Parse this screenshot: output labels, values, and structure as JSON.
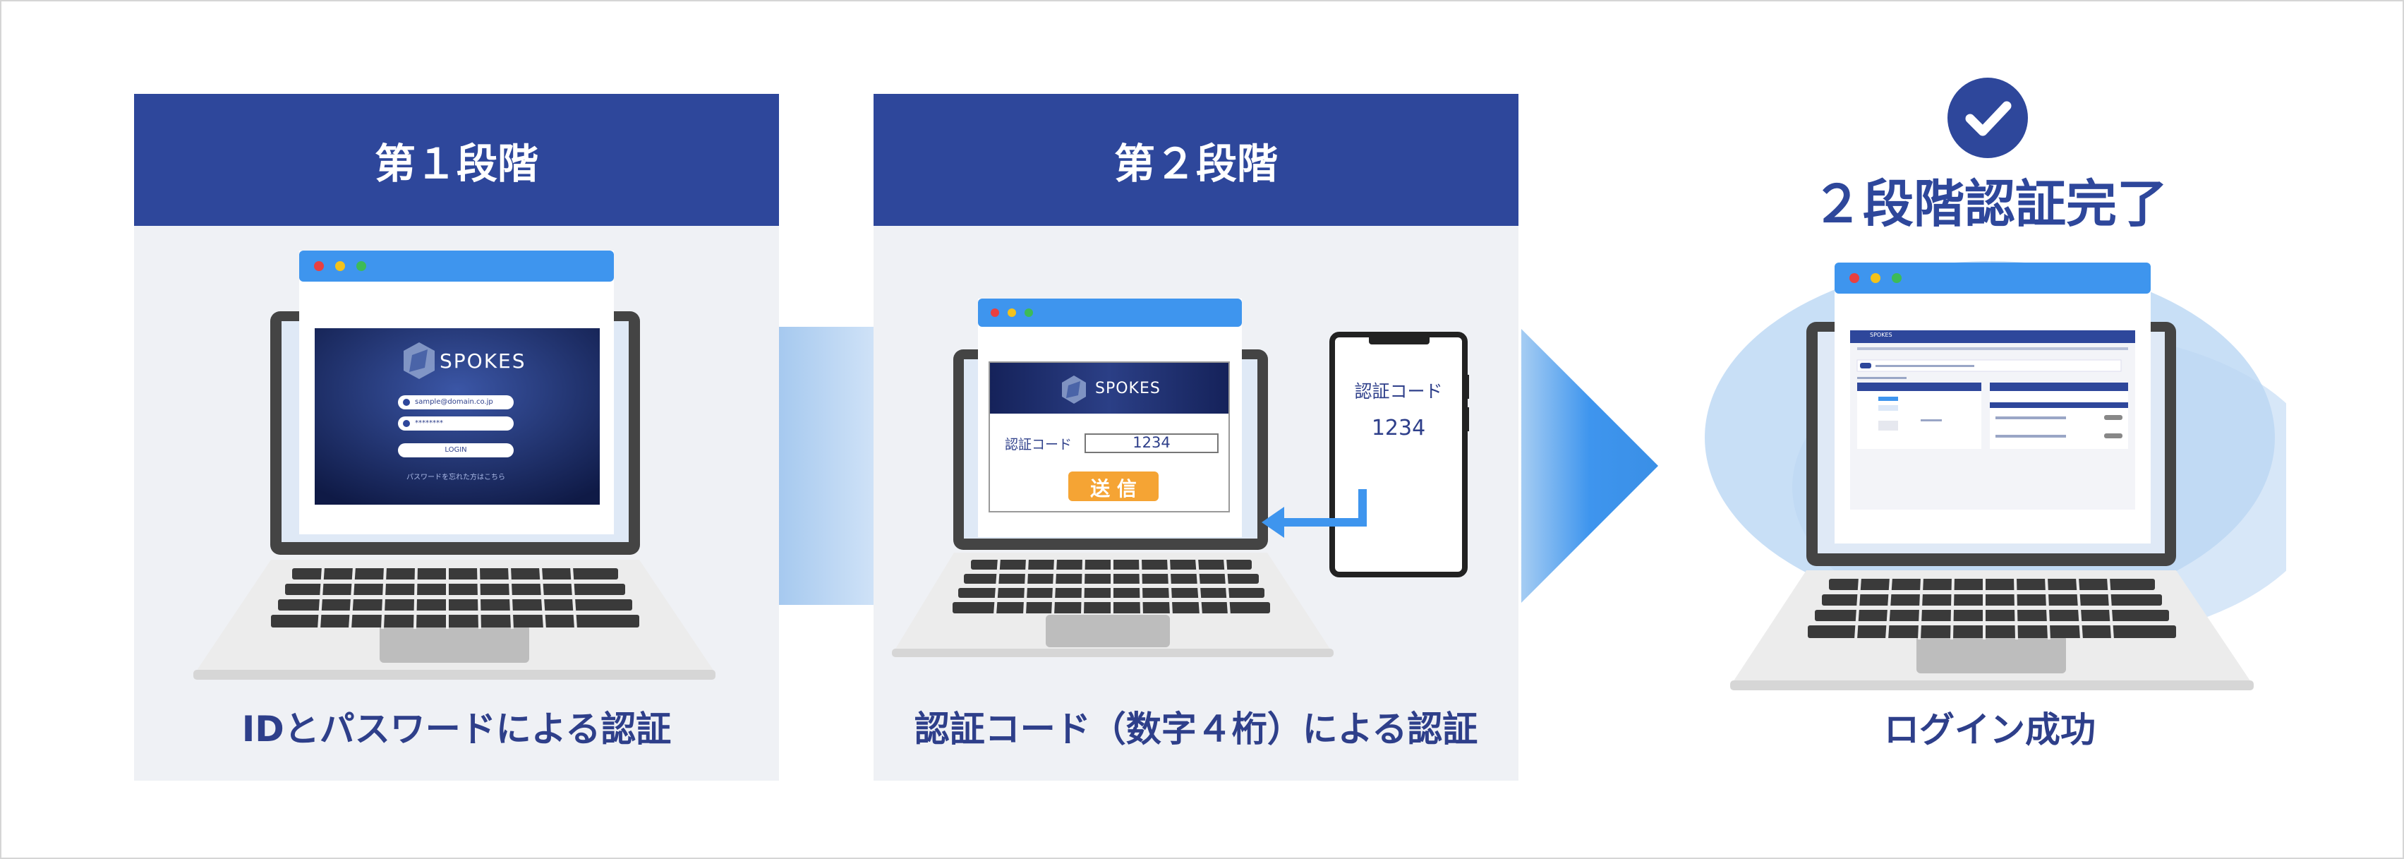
{
  "steps": [
    {
      "header": "第１段階",
      "caption": "IDとパスワードによる認証"
    },
    {
      "header": "第２段階",
      "caption": "認証コード（数字４桁）による認証"
    }
  ],
  "complete": {
    "title": "２段階認証完了",
    "caption": "ログイン成功"
  },
  "login_screen": {
    "brand": "SPOKES",
    "email_value": "sample@domain.co.jp",
    "password_value": "********",
    "login_button": "LOGIN",
    "forgot_link": "パスワードを忘れた方はこちら"
  },
  "code_screen": {
    "brand": "SPOKES",
    "code_label": "認証コード",
    "code_value": "1234",
    "submit_button": "送 信"
  },
  "phone": {
    "label": "認証コード",
    "code": "1234"
  },
  "dashboard": {
    "brand": "SPOKES"
  },
  "colors": {
    "navy": "#2e479b",
    "accent_blue": "#3e95ee",
    "orange": "#f5a434",
    "panel_bg": "#eff1f5"
  }
}
